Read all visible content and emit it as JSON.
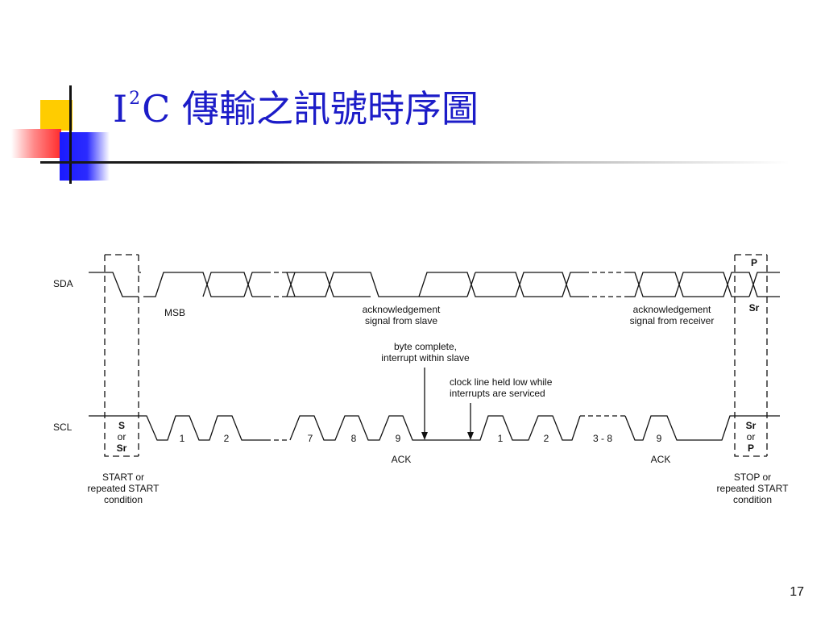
{
  "slide": {
    "title_prefix": "I",
    "title_superscript": "2",
    "title_rest": "C 傳輸之訊號時序圖",
    "page_number": "17",
    "title_color": "#1c1cc8"
  },
  "diagram": {
    "sda_label": "SDA",
    "scl_label": "SCL",
    "msb_label": "MSB",
    "ack_slave_line1": "acknowledgement",
    "ack_slave_line2": "signal from slave",
    "ack_receiver_line1": "acknowledgement",
    "ack_receiver_line2": "signal from receiver",
    "byte_complete_line1": "byte complete,",
    "byte_complete_line2": "interrupt within slave",
    "clock_held_line1": "clock line held low while",
    "clock_held_line2": "interrupts are serviced",
    "pulse_labels": [
      "1",
      "2",
      "7",
      "8",
      "9",
      "1",
      "2",
      "3 - 8",
      "9"
    ],
    "ack_label_1": "ACK",
    "ack_label_2": "ACK",
    "start_box": {
      "line1": "S",
      "line2": "or",
      "line3": "Sr"
    },
    "stop_box": {
      "line1": "Sr",
      "line2": "or",
      "line3": "P"
    },
    "sda_stop_p": "P",
    "sda_stop_sr": "Sr",
    "start_caption": [
      "START or",
      "repeated START",
      "condition"
    ],
    "stop_caption": [
      "STOP or",
      "repeated START",
      "condition"
    ]
  }
}
